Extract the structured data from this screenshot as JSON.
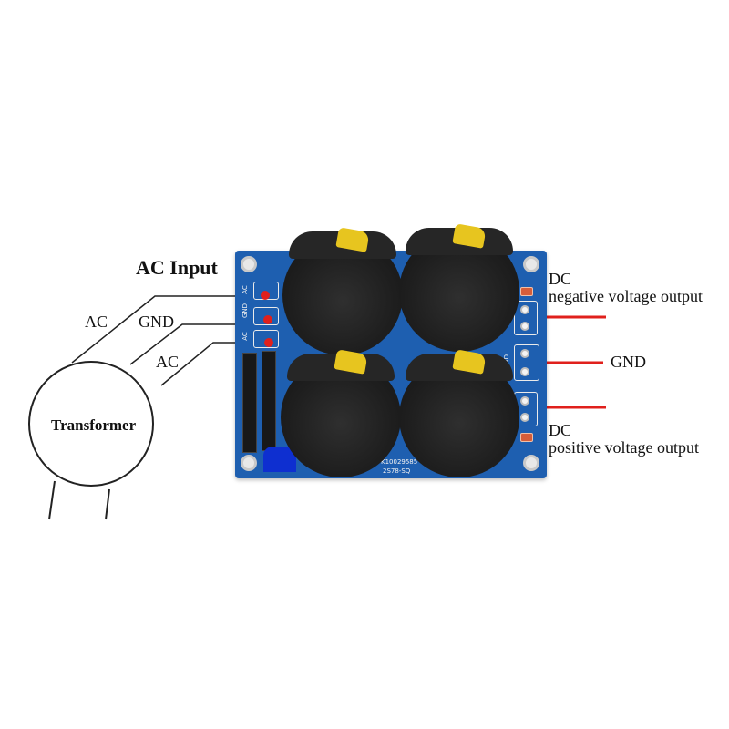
{
  "labels": {
    "ac_input": "AC Input",
    "ac_top": "AC",
    "gnd_left": "GND",
    "ac_bottom": "AC",
    "transformer": "Transformer",
    "dc_top": "DC",
    "negative_output": "negative voltage output",
    "gnd_right": "GND",
    "dc_bottom": "DC",
    "positive_output": "positive voltage output"
  },
  "silkscreen": {
    "ac1": "AC",
    "gnd": "GND",
    "ac2": "AC",
    "gnd_right": "GND",
    "id_line1": "K10029585",
    "id_line2": "2S78-SQ"
  },
  "colors": {
    "board": "#1e5fb0",
    "wire_red": "#e0201c",
    "stripe": "#e7c51f"
  }
}
